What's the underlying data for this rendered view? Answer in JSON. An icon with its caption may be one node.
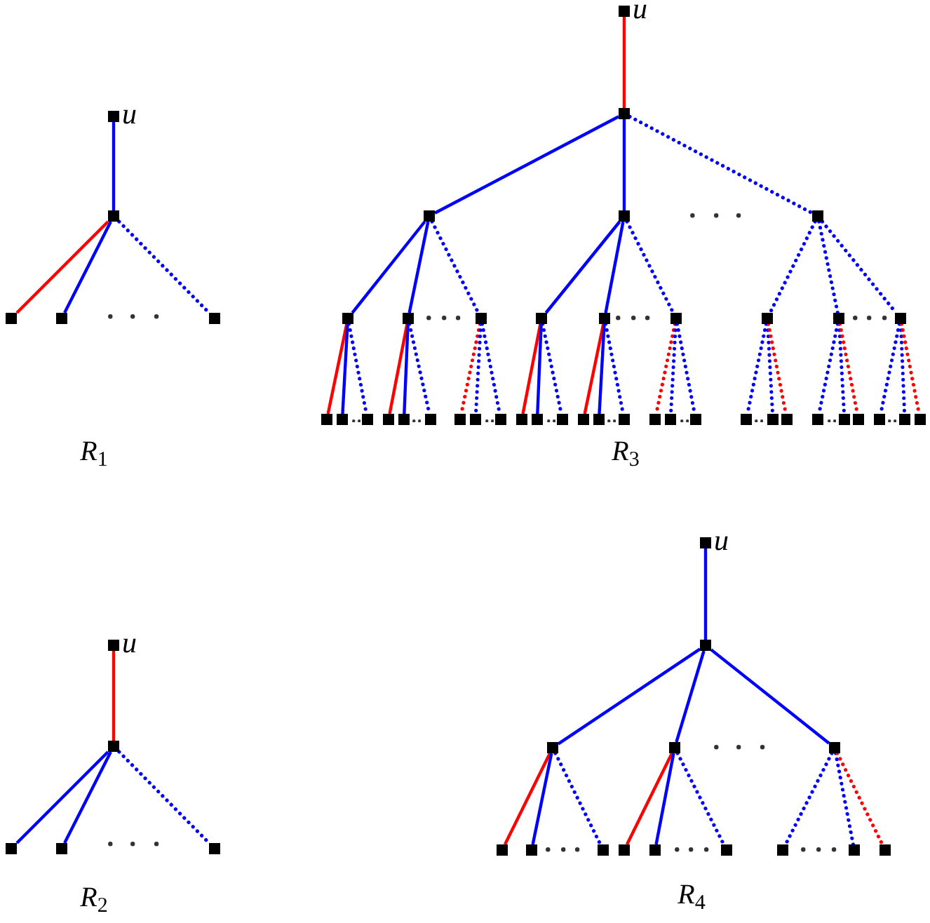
{
  "diagram": {
    "nodes": [
      {
        "text": [],
        "shape": "box",
        "beside": [
          "u"
        ]
      },
      {
        "text": [],
        "shape": "box"
      },
      {
        "text": [],
        "shape": "box"
      },
      {
        "text": [],
        "shape": "box"
      },
      {
        "text": [],
        "shape": "box"
      },
      {
        "text": [],
        "shape": "box",
        "beside": [
          "u"
        ]
      },
      {
        "text": [],
        "shape": "box"
      },
      {
        "text": [],
        "shape": "box"
      },
      {
        "text": [],
        "shape": "box"
      },
      {
        "text": [],
        "shape": "box"
      },
      {
        "text": [],
        "shape": "box"
      },
      {
        "text": [],
        "shape": "box"
      },
      {
        "text": [],
        "shape": "box"
      },
      {
        "text": [],
        "shape": "box"
      },
      {
        "text": [],
        "shape": "box"
      },
      {
        "text": [],
        "shape": "box"
      },
      {
        "text": [],
        "shape": "box"
      },
      {
        "text": [],
        "shape": "box"
      },
      {
        "text": [],
        "shape": "box"
      },
      {
        "text": [],
        "shape": "box"
      },
      {
        "text": [],
        "shape": "box"
      },
      {
        "text": [],
        "shape": "box"
      },
      {
        "text": [],
        "shape": "box"
      },
      {
        "text": [],
        "shape": "box"
      },
      {
        "text": [],
        "shape": "box"
      },
      {
        "text": [],
        "shape": "box"
      },
      {
        "text": [],
        "shape": "box"
      },
      {
        "text": [],
        "shape": "box"
      },
      {
        "text": [],
        "shape": "box"
      },
      {
        "text": [],
        "shape": "box"
      },
      {
        "text": [],
        "shape": "box"
      },
      {
        "text": [],
        "shape": "box"
      },
      {
        "text": [],
        "shape": "box"
      },
      {
        "text": [],
        "shape": "box"
      },
      {
        "text": [],
        "shape": "box"
      },
      {
        "text": [],
        "shape": "box"
      },
      {
        "text": [],
        "shape": "box"
      },
      {
        "text": [],
        "shape": "box"
      },
      {
        "text": [],
        "shape": "box"
      },
      {
        "text": [],
        "shape": "box"
      },
      {
        "text": [],
        "shape": "box"
      },
      {
        "text": [],
        "shape": "box"
      },
      {
        "text": [],
        "shape": "box"
      },
      {
        "text": [],
        "shape": "box"
      },
      {
        "text": [],
        "shape": "box"
      },
      {
        "text": [],
        "shape": "box"
      },
      {
        "text": [],
        "shape": "box",
        "beside": [
          "u"
        ]
      },
      {
        "text": [],
        "shape": "box"
      },
      {
        "text": [],
        "shape": "box"
      },
      {
        "text": [],
        "shape": "box"
      },
      {
        "text": [],
        "shape": "box"
      },
      {
        "text": [],
        "shape": "box",
        "beside": [
          "u"
        ]
      },
      {
        "text": [],
        "shape": "box"
      },
      {
        "text": [],
        "shape": "box"
      },
      {
        "text": [],
        "shape": "box"
      },
      {
        "text": [],
        "shape": "box"
      },
      {
        "text": [],
        "shape": "box"
      },
      {
        "text": [],
        "shape": "box"
      },
      {
        "text": [],
        "shape": "box"
      },
      {
        "text": [],
        "shape": "box"
      },
      {
        "text": [],
        "shape": "box"
      },
      {
        "text": [],
        "shape": "box"
      },
      {
        "text": [],
        "shape": "box"
      },
      {
        "text": [],
        "shape": "box"
      },
      {
        "text": [],
        "shape": "box"
      }
    ],
    "edges": [
      {
        "from": 0,
        "to": 1,
        "arrow": "none"
      },
      {
        "from": 1,
        "to": 2,
        "arrow": "none",
        "color": "#ff0000"
      },
      {
        "from": 1,
        "to": 3,
        "arrow": "none"
      },
      {
        "from": 1,
        "to": 4,
        "arrow": "none",
        "style": "dashed"
      },
      {
        "from": 5,
        "to": 6,
        "arrow": "none",
        "color": "#ff0000"
      },
      {
        "from": 6,
        "to": 7,
        "arrow": "none"
      },
      {
        "from": 6,
        "to": 8,
        "arrow": "none"
      },
      {
        "from": 6,
        "to": 9,
        "arrow": "none",
        "style": "dashed"
      },
      {
        "from": 7,
        "to": 10,
        "arrow": "none"
      },
      {
        "from": 7,
        "to": 11,
        "arrow": "none"
      },
      {
        "from": 7,
        "to": 12,
        "arrow": "none",
        "style": "dashed"
      },
      {
        "from": 8,
        "to": 13,
        "arrow": "none"
      },
      {
        "from": 8,
        "to": 14,
        "arrow": "none"
      },
      {
        "from": 8,
        "to": 15,
        "arrow": "none",
        "style": "dashed"
      },
      {
        "from": 9,
        "to": 16,
        "arrow": "none",
        "style": "dashed"
      },
      {
        "from": 9,
        "to": 17,
        "arrow": "none",
        "style": "dashed"
      },
      {
        "from": 9,
        "to": 18,
        "arrow": "none",
        "style": "dashed"
      },
      {
        "from": 10,
        "to": 19,
        "arrow": "none",
        "color": "#ff0000"
      },
      {
        "from": 10,
        "to": 20,
        "arrow": "none"
      },
      {
        "from": 10,
        "to": 21,
        "arrow": "none",
        "style": "dashed"
      },
      {
        "from": 11,
        "to": 22,
        "arrow": "none",
        "color": "#ff0000"
      },
      {
        "from": 11,
        "to": 23,
        "arrow": "none"
      },
      {
        "from": 11,
        "to": 24,
        "arrow": "none",
        "style": "dashed"
      },
      {
        "from": 12,
        "to": 25,
        "arrow": "none",
        "style": "dashed",
        "color": "#ff0000"
      },
      {
        "from": 12,
        "to": 26,
        "arrow": "none",
        "style": "dashed"
      },
      {
        "from": 12,
        "to": 27,
        "arrow": "none",
        "style": "dashed"
      },
      {
        "from": 13,
        "to": 28,
        "arrow": "none",
        "color": "#ff0000"
      },
      {
        "from": 13,
        "to": 29,
        "arrow": "none"
      },
      {
        "from": 13,
        "to": 30,
        "arrow": "none",
        "style": "dashed"
      },
      {
        "from": 14,
        "to": 31,
        "arrow": "none",
        "color": "#ff0000"
      },
      {
        "from": 14,
        "to": 32,
        "arrow": "none"
      },
      {
        "from": 14,
        "to": 33,
        "arrow": "none",
        "style": "dashed"
      },
      {
        "from": 15,
        "to": 34,
        "arrow": "none",
        "style": "dashed",
        "color": "#ff0000"
      },
      {
        "from": 15,
        "to": 35,
        "arrow": "none",
        "style": "dashed"
      },
      {
        "from": 15,
        "to": 36,
        "arrow": "none",
        "style": "dashed"
      },
      {
        "from": 16,
        "to": 37,
        "arrow": "none",
        "style": "dashed"
      },
      {
        "from": 16,
        "to": 38,
        "arrow": "none",
        "style": "dashed"
      },
      {
        "from": 16,
        "to": 39,
        "arrow": "none",
        "style": "dashed",
        "color": "#ff0000"
      },
      {
        "from": 17,
        "to": 40,
        "arrow": "none",
        "style": "dashed"
      },
      {
        "from": 17,
        "to": 41,
        "arrow": "none",
        "style": "dashed"
      },
      {
        "from": 17,
        "to": 42,
        "arrow": "none",
        "style": "dashed",
        "color": "#ff0000"
      },
      {
        "from": 18,
        "to": 43,
        "arrow": "none",
        "style": "dashed"
      },
      {
        "from": 18,
        "to": 44,
        "arrow": "none",
        "style": "dashed"
      },
      {
        "from": 18,
        "to": 45,
        "arrow": "none",
        "style": "dashed",
        "color": "#ff0000"
      },
      {
        "from": 46,
        "to": 47,
        "arrow": "none",
        "color": "#ff0000"
      },
      {
        "from": 47,
        "to": 48,
        "arrow": "none"
      },
      {
        "from": 47,
        "to": 49,
        "arrow": "none"
      },
      {
        "from": 47,
        "to": 50,
        "arrow": "none",
        "style": "dashed"
      },
      {
        "from": 51,
        "to": 52,
        "arrow": "none"
      },
      {
        "from": 52,
        "to": 53,
        "arrow": "none"
      },
      {
        "from": 52,
        "to": 54,
        "arrow": "none"
      },
      {
        "from": 52,
        "to": 55,
        "arrow": "none"
      },
      {
        "from": 53,
        "to": 56,
        "arrow": "none",
        "color": "#ff0000"
      },
      {
        "from": 53,
        "to": 57,
        "arrow": "none"
      },
      {
        "from": 53,
        "to": 58,
        "arrow": "none",
        "style": "dashed"
      },
      {
        "from": 54,
        "to": 59,
        "arrow": "none",
        "color": "#ff0000"
      },
      {
        "from": 54,
        "to": 60,
        "arrow": "none"
      },
      {
        "from": 54,
        "to": 61,
        "arrow": "none",
        "style": "dashed"
      },
      {
        "from": 55,
        "to": 62,
        "arrow": "none",
        "style": "dashed"
      },
      {
        "from": 55,
        "to": 63,
        "arrow": "none",
        "style": "dashed"
      },
      {
        "from": 55,
        "to": 64,
        "arrow": "none",
        "style": "dashed",
        "color": "#ff0000"
      }
    ],
    "labels": [
      "*R*$_{1}$",
      "*R*$_{3}$",
      "*R*$_{2}$",
      "*R*$_{4}$"
    ]
  }
}
